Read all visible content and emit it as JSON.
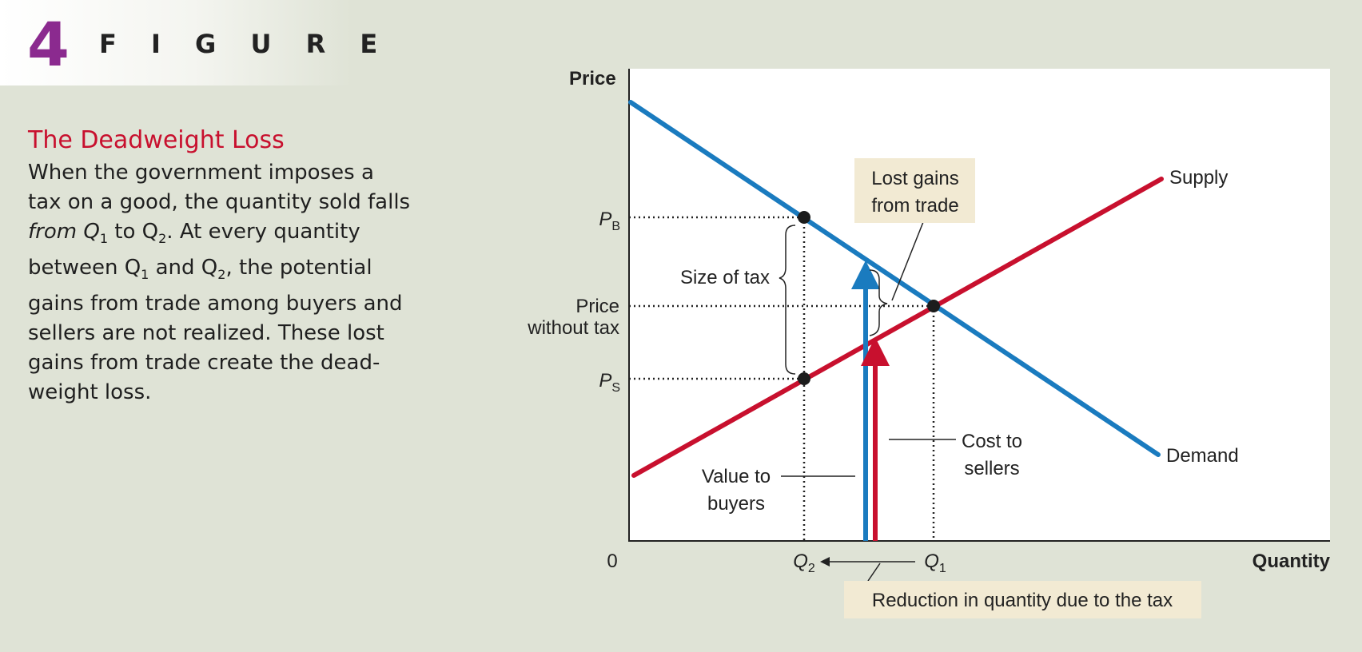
{
  "figure": {
    "number": "4",
    "word": "F I G U R E"
  },
  "caption": {
    "title": "The Deadweight Loss",
    "line1": "When the government imposes a",
    "line2": "tax on a good, the quantity sold falls",
    "line3_a": "from Q",
    "line3_sub1": "1",
    "line3_b": " to Q",
    "line3_sub2": "2",
    "line3_c": ". At every quantity",
    "line4_a": "between Q",
    "line4_sub1": "1",
    "line4_b": " and Q",
    "line4_sub2": "2",
    "line4_c": ", the potential",
    "line5": "gains from trade among buyers and",
    "line6": "sellers are not realized. These lost",
    "line7": "gains from trade create the dead-",
    "line8": "weight loss."
  },
  "graph": {
    "y_axis_label": "Price",
    "x_axis_label": "Quantity",
    "origin_label": "0",
    "pb_label": "P",
    "pb_sub": "B",
    "ps_label": "P",
    "ps_sub": "S",
    "price_without_tax_1": "Price",
    "price_without_tax_2": "without tax",
    "q2_label": "Q",
    "q2_sub": "2",
    "q1_label": "Q",
    "q1_sub": "1",
    "supply_label": "Supply",
    "demand_label": "Demand",
    "size_of_tax": "Size of tax",
    "lost_gains_1": "Lost gains",
    "lost_gains_2": "from trade",
    "value_to_buyers_1": "Value to",
    "value_to_buyers_2": "buyers",
    "cost_to_sellers_1": "Cost to",
    "cost_to_sellers_2": "sellers",
    "reduction_label": "Reduction in quantity due to the tax",
    "colors": {
      "demand": "#1a7bbf",
      "supply": "#c8102e",
      "title_red": "#c8102e",
      "figure_purple": "#8b2a8f",
      "callout_bg": "#f2ead3"
    }
  }
}
